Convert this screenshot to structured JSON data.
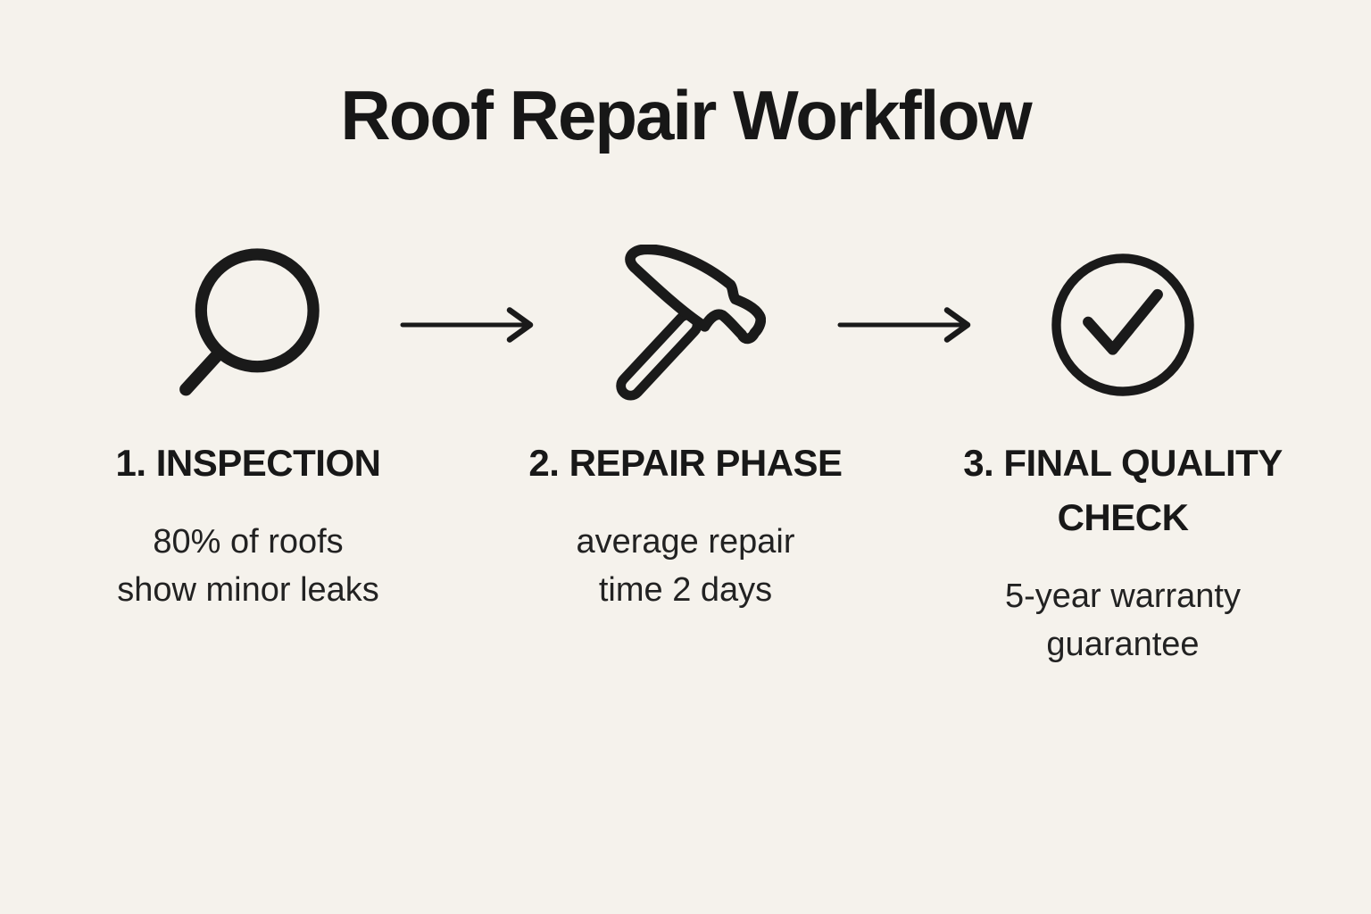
{
  "theme": {
    "background": "#f5f2ec",
    "ink": "#1a1a1a"
  },
  "title": "Roof Repair Workflow",
  "steps": [
    {
      "id": "inspection",
      "icon": "magnifier-icon",
      "heading": "1. INSPECTION",
      "description": "80% of roofs\nshow minor leaks"
    },
    {
      "id": "repair-phase",
      "icon": "hammer-icon",
      "heading": "2. REPAIR PHASE",
      "description": "average repair\ntime 2 days"
    },
    {
      "id": "final-quality-check",
      "icon": "check-circle-icon",
      "heading": "3. FINAL QUALITY\nCHECK",
      "description": "5-year warranty\nguarantee"
    }
  ],
  "connectors": [
    {
      "icon": "right-arrow-icon"
    },
    {
      "icon": "right-arrow-icon"
    }
  ]
}
